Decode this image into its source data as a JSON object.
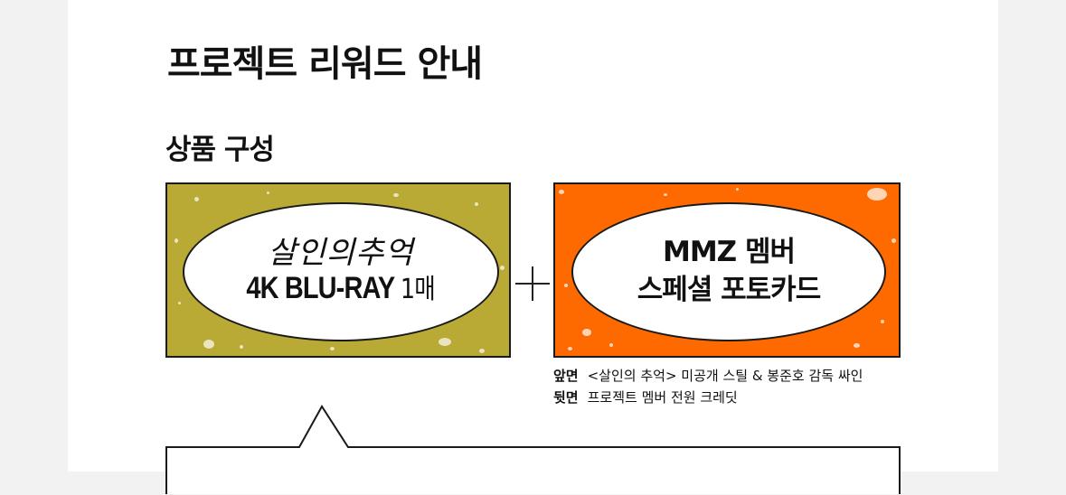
{
  "page": {
    "title": "프로젝트 리워드 안내",
    "section_title": "상품 구성"
  },
  "products": {
    "left": {
      "script_title": "살인의추억",
      "product_name": "4K BLU-RAY",
      "product_count": "1매",
      "background_color": "#b9a935"
    },
    "right": {
      "line1": "MMZ 멤버",
      "line2": "스페셜 포토카드",
      "background_color": "#ff6a00"
    },
    "plus_icon": "plus-icon"
  },
  "notes": [
    {
      "label": "앞면",
      "text": "<살인의 추억> 미공개 스틸 & 봉준호 감독 싸인"
    },
    {
      "label": "뒷면",
      "text": "프로젝트 멤버 전원 크레딧"
    }
  ]
}
